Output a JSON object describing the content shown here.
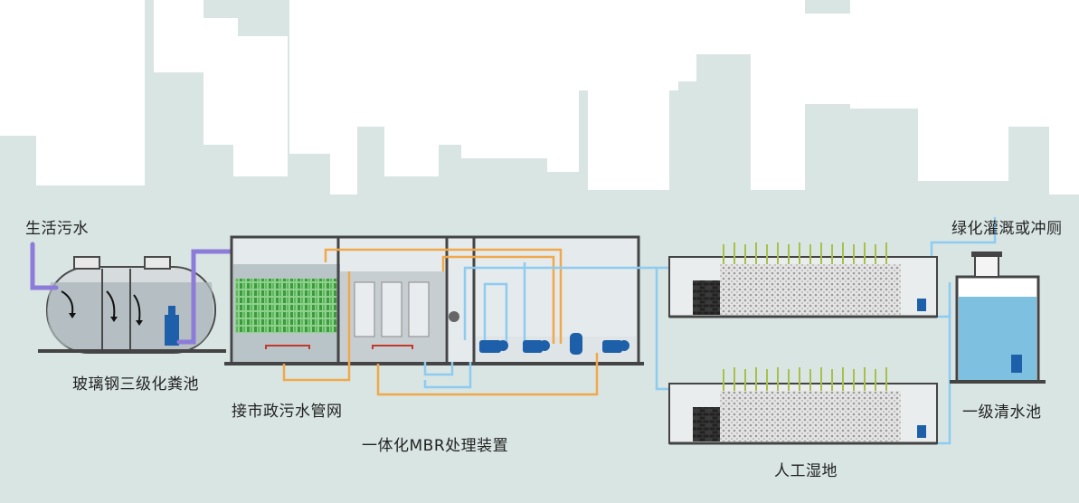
{
  "labels": {
    "sewage": "生活污水",
    "septic": "玻璃钢三级化粪池",
    "municipal": "接市政污水管网",
    "mbr": "一体化MBR处理装置",
    "wetland": "人工湿地",
    "reuse": "绿化灌溉或冲厕",
    "clear_pool": "一级清水池"
  },
  "colors": {
    "background": "#d9e5e3",
    "skyline": "#ffffff",
    "water": "#7ec0e0",
    "pipe_purple": "#8c7bd8",
    "pipe_orange": "#f0a84a",
    "pipe_blue": "#8ecbf0",
    "tank_stroke": "#555555",
    "membrane_green": "#49a64a",
    "pump_blue": "#1d5fa8"
  }
}
